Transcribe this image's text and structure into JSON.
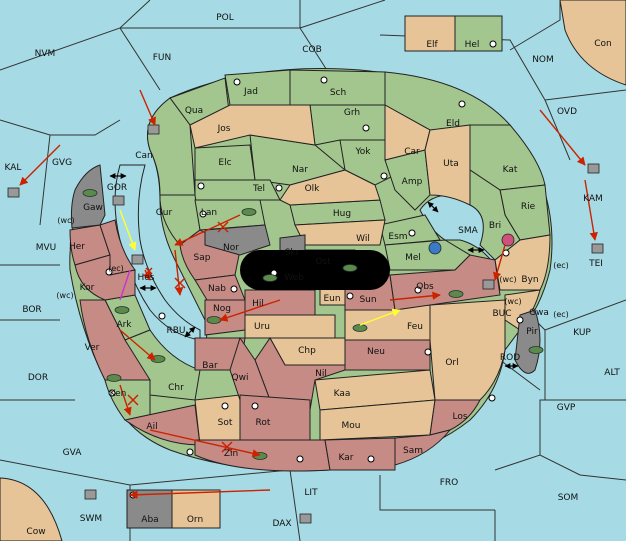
{
  "colors": {
    "sea": "#a6dbe6",
    "green": "#a3c68f",
    "tan": "#e6c497",
    "red": "#c58b84",
    "gray": "#8a8a8a",
    "black": "#000000",
    "arrow_red": "#cc2200",
    "arrow_yellow": "#ffff33",
    "arrow_magenta": "#cc33cc"
  },
  "sea_labels": {
    "POL": "POL",
    "NVM": "NVM",
    "FUN": "FUN",
    "COB": "COB",
    "NOM": "NOM",
    "Con": "Con",
    "OVD": "OVD",
    "KAL": "KAL",
    "GVG": "GVG",
    "GOR": "GOR",
    "MVU": "MVU",
    "BOR": "BOR",
    "DOR": "DOR",
    "GVA": "GVA",
    "SWM": "SWM",
    "Cow": "Cow",
    "LIT": "LIT",
    "DAX": "DAX",
    "FRO": "FRO",
    "SOM": "SOM",
    "GVP": "GVP",
    "ALT": "ALT",
    "KUP": "KUP",
    "KAM": "KAM",
    "TEI": "TEI",
    "SMA": "SMA",
    "BUC": "BUC",
    "ROD": "ROD",
    "RBU": "RBU"
  },
  "land_labels": {
    "Elf": "Elf",
    "Hel": "Hel",
    "Jad": "Jad",
    "Sch": "Sch",
    "Qua": "Qua",
    "Jos": "Jos",
    "Grh": "Grh",
    "Eld": "Eld",
    "Can": "Can",
    "Yok": "Yok",
    "Car": "Car",
    "Elc": "Elc",
    "Nar": "Nar",
    "Uta": "Uta",
    "Kat": "Kat",
    "Tel": "Tel",
    "Olk": "Olk",
    "Amp": "Amp",
    "Gur": "Gur",
    "Lan": "Lan",
    "Hug": "Hug",
    "Rie": "Rie",
    "Gaw": "Gaw",
    "Bri": "Bri",
    "Nor": "Nor",
    "Wil": "Wil",
    "Esm": "Esm",
    "Her": "Her",
    "Sap": "Sap",
    "Skr": "Skr",
    "Ost": "Ost",
    "Mel": "Mel",
    "Web": "Web",
    "Byn": "Byn",
    "Kor": "Kor",
    "Nab": "Nab",
    "Eun": "Eun",
    "Obs": "Obs",
    "Sun": "Sun",
    "Gwa": "Gwa",
    "Hil": "Hil",
    "Nog": "Nog",
    "Ark": "Ark",
    "Uru": "Uru",
    "Feu": "Feu",
    "Pir": "Pir",
    "Ver": "Ver",
    "Chp": "Chp",
    "Neu": "Neu",
    "Orl": "Orl",
    "Bar": "Bar",
    "Nil": "Nil",
    "Chr": "Chr",
    "Qwi": "Qwi",
    "Kaa": "Kaa",
    "Ken": "Ken",
    "Los": "Los",
    "Sot": "Sot",
    "Rot": "Rot",
    "Mou": "Mou",
    "Ail": "Ail",
    "Zin": "Zin",
    "Kar": "Kar",
    "Sam": "Sam",
    "Aba": "Aba",
    "Orn": "Orn",
    "Hes": "Hes"
  },
  "coast_labels": {
    "wc_her": "(wc)",
    "ec_hes": "(ec)",
    "wc_kor": "(wc)",
    "ec_byn": "(ec)",
    "wc_bri": "(wc)",
    "wc_gwa": "(wc)",
    "ec_gwa": "(ec)"
  }
}
